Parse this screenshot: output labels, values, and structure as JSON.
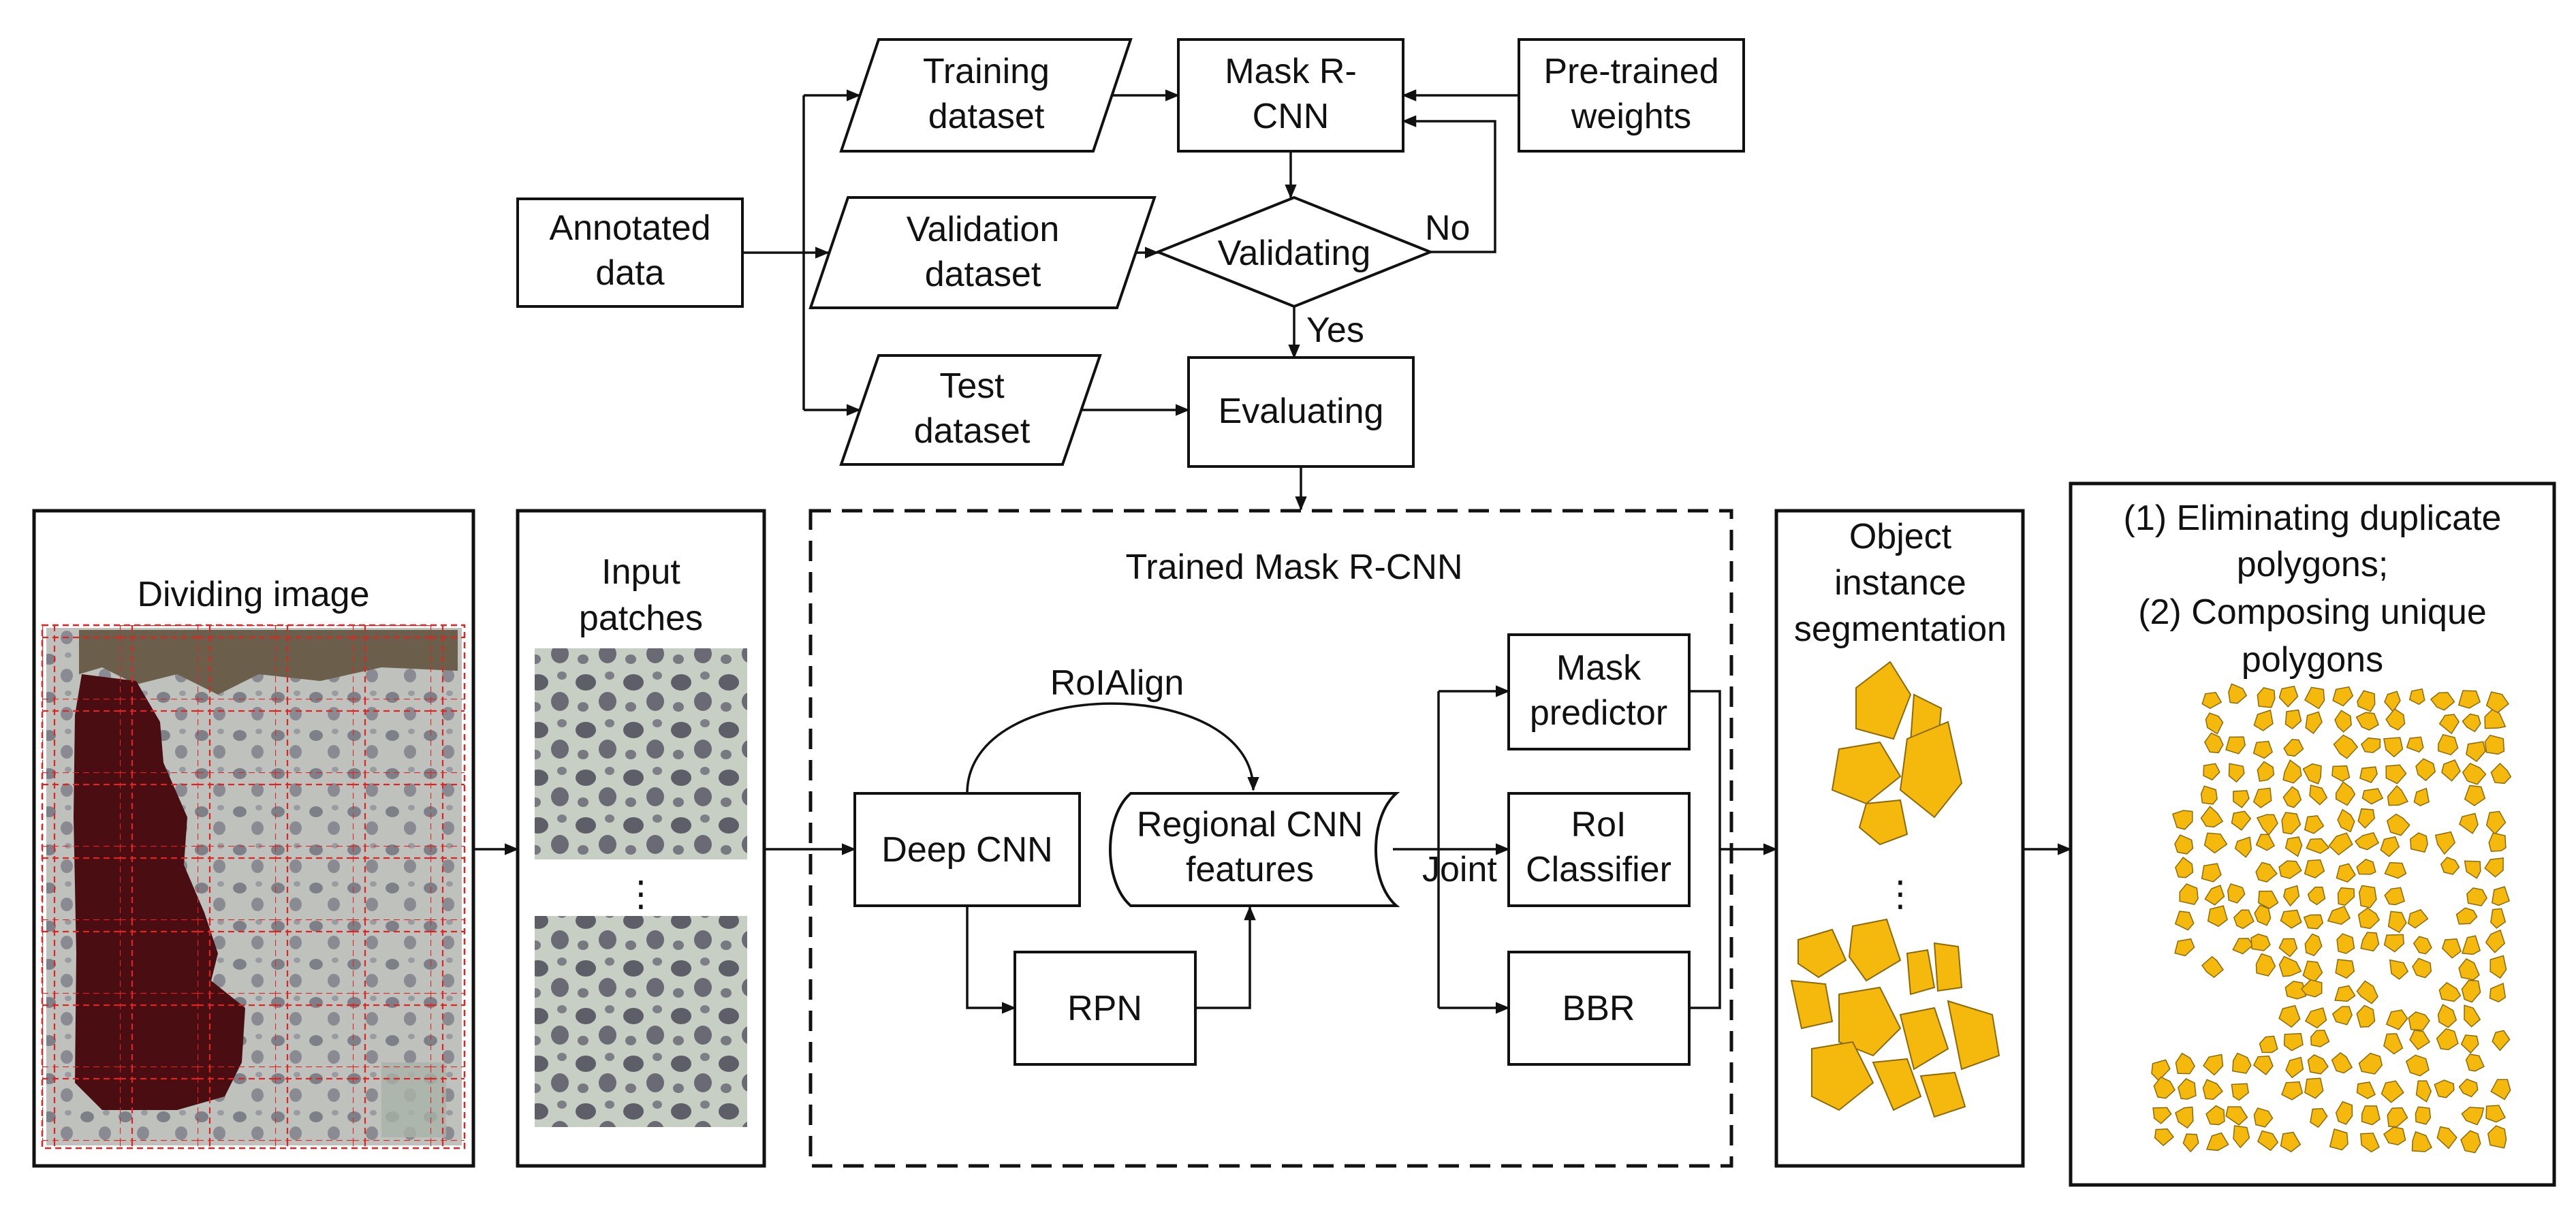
{
  "flow": {
    "annotated_data": [
      "Annotated",
      "data"
    ],
    "training_dataset": [
      "Training",
      "dataset"
    ],
    "validation_dataset": [
      "Validation",
      "dataset"
    ],
    "test_dataset": [
      "Test",
      "dataset"
    ],
    "mask_rcnn": [
      "Mask R-",
      "CNN"
    ],
    "pretrained_weights": [
      "Pre-trained",
      "weights"
    ],
    "validating": "Validating",
    "evaluating": "Evaluating",
    "no": "No",
    "yes": "Yes"
  },
  "pipeline": {
    "dividing_image": "Dividing image",
    "input_patches": [
      "Input",
      "patches"
    ],
    "ellipsis": "⋮",
    "trained_title": "Trained  Mask R-CNN",
    "roialign": "RoIAlign",
    "deep_cnn": "Deep CNN",
    "regional_features": [
      "Regional CNN",
      "features"
    ],
    "rpn": "RPN",
    "joint": "Joint",
    "mask_predictor": [
      "Mask",
      "predictor"
    ],
    "roi_classifier": [
      "RoI",
      "Classifier"
    ],
    "bbr": "BBR",
    "object_segmentation": [
      "Object",
      "instance",
      "segmentation"
    ],
    "postprocess": [
      "(1) Eliminating duplicate",
      "polygons;",
      "(2) Composing unique",
      "polygons"
    ]
  },
  "colors": {
    "polygon_fill": "#F5B90E",
    "grid_line": "#E02424",
    "dark_region": "#4A0E12",
    "tundra": "#C9CCC4"
  }
}
